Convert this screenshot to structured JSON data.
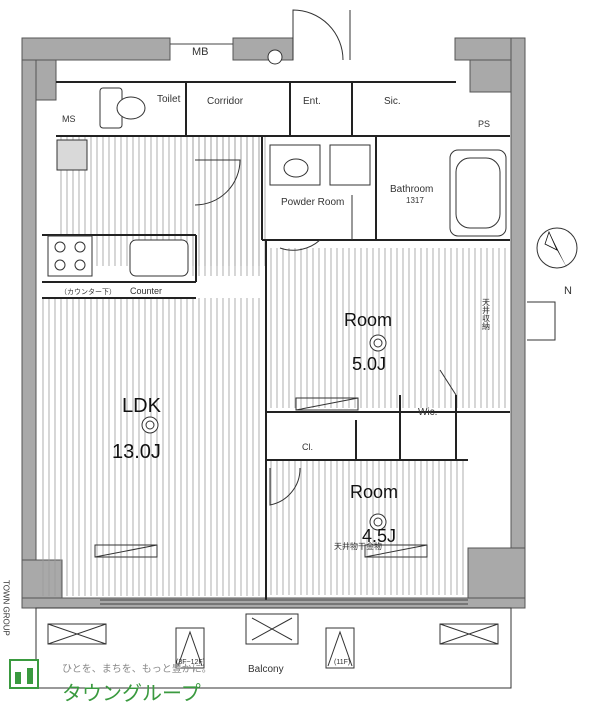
{
  "rooms": {
    "ldk_name": "LDK",
    "ldk_size": "13.0J",
    "room1_name": "Room",
    "room1_size": "5.0J",
    "room2_name": "Room",
    "room2_size": "4.5J"
  },
  "labels": {
    "mb": "MB",
    "toilet": "Toilet",
    "corridor": "Corridor",
    "ent": "Ent.",
    "sic": "Sic.",
    "ms": "MS",
    "ps": "PS",
    "powder_room": "Powder Room",
    "bathroom": "Bathroom",
    "bath_size": "1317",
    "counter": "Counter",
    "counter_note": "（カウンター下）",
    "wic": "Wic.",
    "cl": "Cl.",
    "balcony": "Balcony",
    "ceiling_dry": "天井物干金物",
    "floor_note_left": "(3F~12F)",
    "floor_note_right": "(11F)",
    "closet_note": "天井収納",
    "compass_n": "N"
  },
  "brand": {
    "tagline": "ひとを、まちを、もっと豊かに。",
    "name": "タウングループ",
    "side_text": "TOWN GROUP",
    "green": "#3a9a3f"
  }
}
